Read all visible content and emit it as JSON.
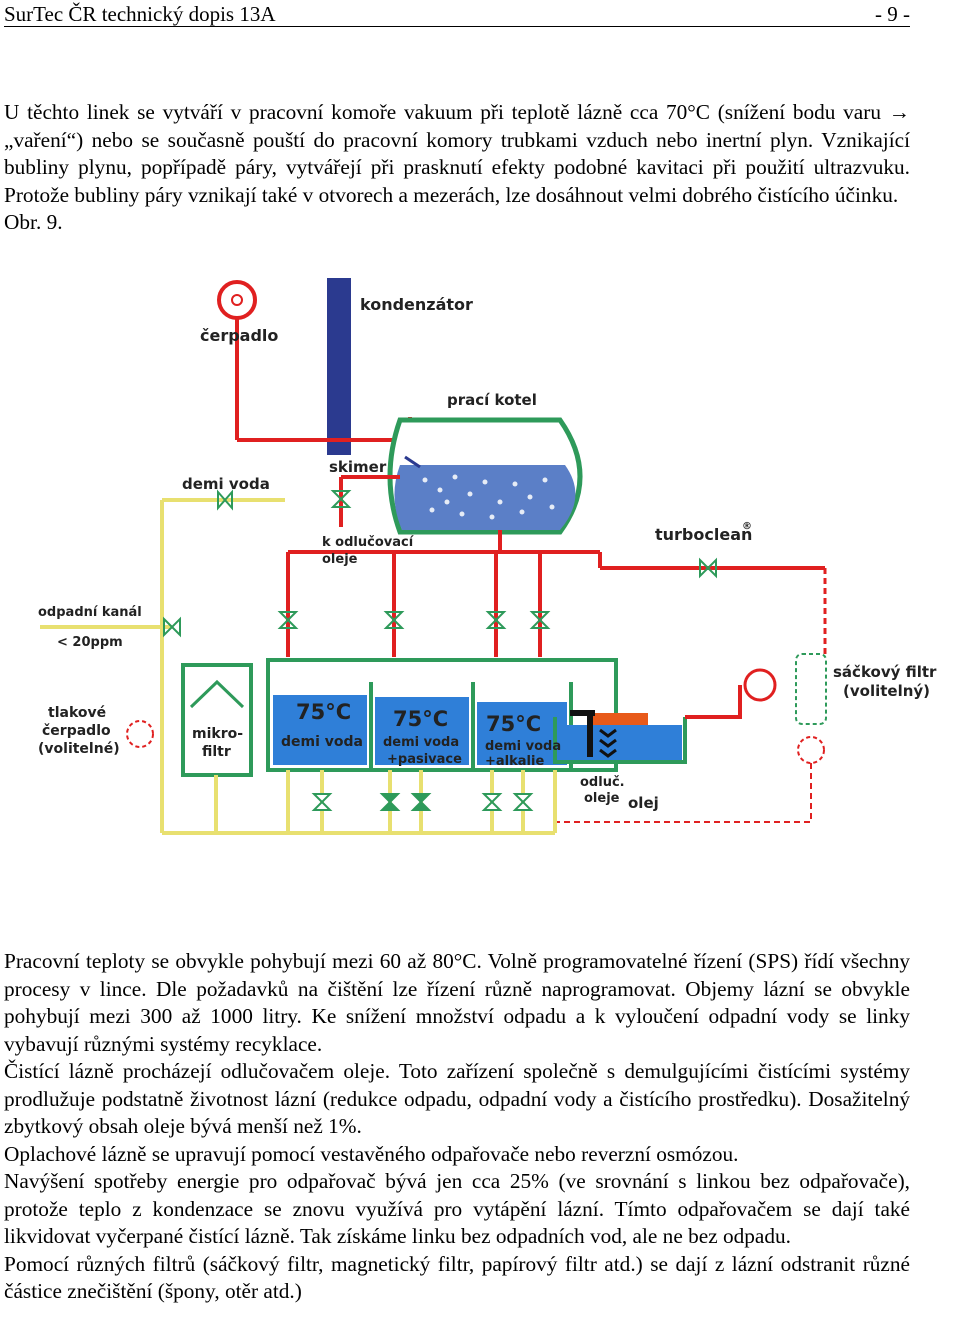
{
  "header": {
    "left": "SurTec ČR  technický dopis 13A",
    "right": "- 9 -"
  },
  "intro": {
    "paragraph": "U těchto linek se vytváří v pracovní komoře vakuum při teplotě lázně cca 70°C (snížení bodu varu → „vaření“) nebo se současně pouští do pracovní komory trubkami vzduch nebo inertní plyn. Vznikající bubliny plynu, popřípadě páry, vytvářejí při prasknutí efekty podobné kavitaci při použití ultrazvuku. Protože bubliny páry vznikají také v otvorech a mezerách, lze dosáhnout velmi dobrého čistícího účinku.",
    "figure_ref": "Obr. 9."
  },
  "diagram": {
    "labels": {
      "pump": "čerpadlo",
      "condenser": "kondenzátor",
      "washer": "prací kotel",
      "skimmer": "skimer",
      "demi_water": "demi voda",
      "oil_sep_1": "k odlučovací",
      "oil_sep_2": "oleje",
      "turboclean": "turboclean",
      "registered": "®",
      "drain_1": "odpadní kanál",
      "drain_2": "< 20ppm",
      "pressure_pump_1": "tlakové",
      "pressure_pump_2": "čerpadlo",
      "pressure_pump_3": "(volitelné)",
      "microfilter_1": "mikro-",
      "microfilter_2": "filtr",
      "bag_filter_1": "sáčkový filtr",
      "bag_filter_2": "(volitelný)",
      "separator_1": "odluč.",
      "separator_2": "oleje",
      "oil": "olej"
    },
    "tanks": [
      {
        "temp": "75°C",
        "line1": "demi voda",
        "line2": ""
      },
      {
        "temp": "75°C",
        "line1": "demi voda",
        "line2": "+pasivace"
      },
      {
        "temp": "75°C",
        "line1": "demi voda",
        "line2": "+alkalie"
      }
    ],
    "colors": {
      "hot_pipe": "#e02020",
      "cold_pipe": "#e8e070",
      "water": "#2f7fd8",
      "tank_frame": "#2e9a5a",
      "oil": "#e85a1a"
    }
  },
  "body": [
    "Pracovní teploty se obvykle pohybují mezi 60 až 80°C. Volně programovatelné řízení (SPS) řídí všechny procesy v lince. Dle požadavků na čištění lze řízení různě naprogramovat. Objemy lázní se obvykle pohybují mezi 300 až 1000 litry. Ke snížení množství odpadu a k vyloučení odpadní vody se linky vybavují různými systémy recyklace.",
    "Čistící lázně procházejí odlučovačem oleje. Toto zařízení společně s demulgujícími čistícími systémy prodlužuje podstatně životnost lázní (redukce odpadu, odpadní vody a čistícího prostředku). Dosažitelný zbytkový obsah oleje bývá menší než 1%.",
    "Oplachové lázně se upravují pomocí vestavěného odpařovače nebo reverzní osmózou.",
    "Navýšení spotřeby energie pro odpařovač bývá jen cca 25% (ve srovnání s linkou bez odpařovače), protože teplo z kondenzace se znovu využívá pro vytápění lázní. Tímto odpařovačem se dají také likvidovat vyčerpané čistící lázně. Tak získáme linku bez odpadních vod, ale ne bez odpadu.",
    "Pomocí různých filtrů (sáčkový filtr, magnetický filtr, papírový filtr atd.) se dají z lázní odstranit různé částice znečištění (špony, otěr atd.)"
  ]
}
